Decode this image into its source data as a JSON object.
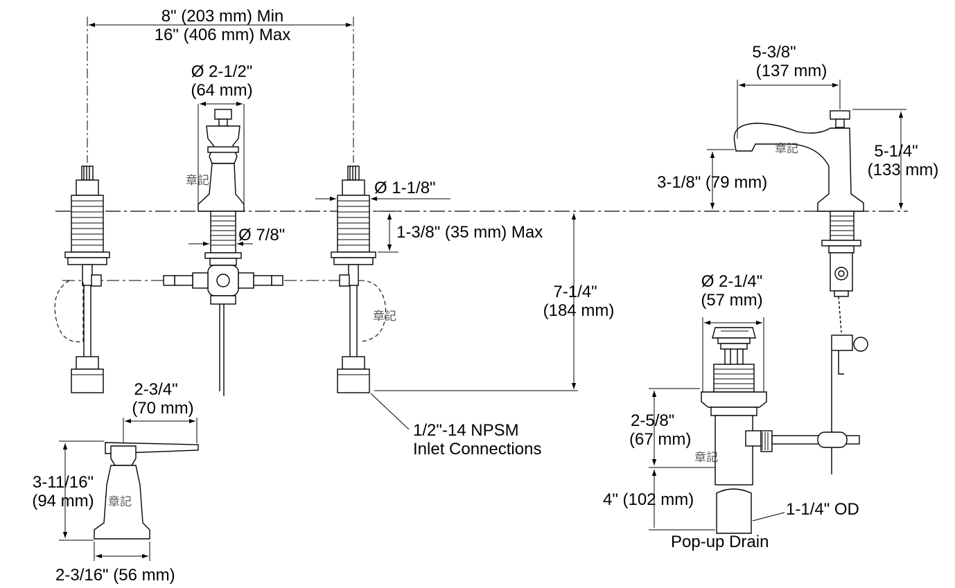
{
  "dimensions": {
    "spread_min": "8\" (203 mm) Min",
    "spread_max": "16\" (406 mm) Max",
    "handle_base_dia": "Ø 2-1/2\"",
    "handle_base_dia_mm": "(64 mm)",
    "mount_hole_dia": "Ø 1-1/8\"",
    "shank_dia": "Ø 7/8\"",
    "deck_thickness": "1-3/8\" (35 mm) Max",
    "below_deck_depth": "7-1/4\"",
    "below_deck_depth_mm": "(184 mm)",
    "inlet_line1": "1/2\"-14 NPSM",
    "inlet_line2": "Inlet Connections",
    "lever_width": "2-3/4\"",
    "lever_width_mm": "(70 mm)",
    "handle_height": "3-11/16\"",
    "handle_height_mm": "(94 mm)",
    "handle_base_width": "2-3/16\" (56 mm)",
    "spout_reach": "5-3/8\"",
    "spout_reach_mm": "(137 mm)",
    "spout_height": "5-1/4\"",
    "spout_height_mm": "(133 mm)",
    "spout_clearance": "3-1/8\" (79 mm)",
    "drain_dia": "Ø 2-1/4\"",
    "drain_dia_mm": "(57 mm)",
    "drain_body": "2-5/8\"",
    "drain_body_mm": "(67 mm)",
    "drain_tail": "4\" (102 mm)",
    "tailpiece_od": "1-1/4\" OD",
    "drain_name": "Pop-up Drain"
  },
  "watermark": "章記"
}
